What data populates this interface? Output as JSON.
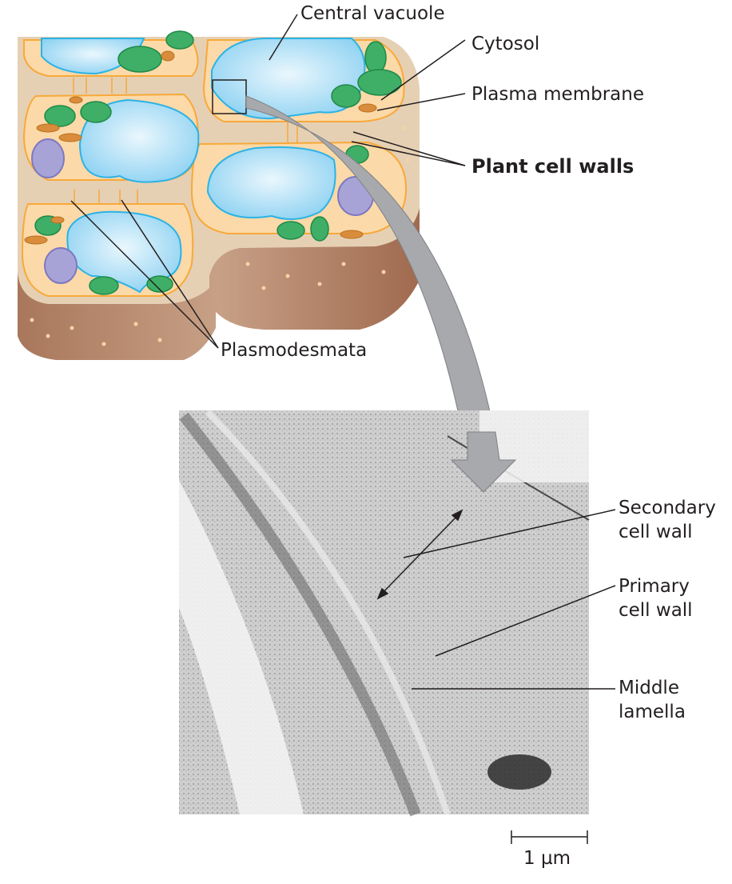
{
  "figure": {
    "top_panel": {
      "description": "Illustration of adjacent plant cells with cell walls",
      "labels": {
        "central_vacuole": "Central vacuole",
        "cytosol": "Cytosol",
        "plasma_membrane": "Plasma membrane",
        "plant_cell_walls": "Plant cell walls",
        "plasmodesmata": "Plasmodesmata"
      }
    },
    "bottom_panel": {
      "description": "Electron micrograph of plant cell walls",
      "labels": {
        "secondary_cell_wall": [
          "Secondary",
          "cell wall"
        ],
        "primary_cell_wall": [
          "Primary",
          "cell wall"
        ],
        "middle_lamella": [
          "Middle",
          "lamella"
        ]
      },
      "scale_bar": "1 µm"
    },
    "colors": {
      "cytosol": "#fcd9a8",
      "vacuole": "#9fd8f3",
      "vacuole_outline": "#2bb3e6",
      "cell_wall": "#e6d0b4",
      "wall_side": "#b48366",
      "chloroplast": "#3fae67",
      "nucleus": "#a7a3d6",
      "mitochondrion": "#d88c3c",
      "arrow": "#a7a9ac"
    }
  }
}
